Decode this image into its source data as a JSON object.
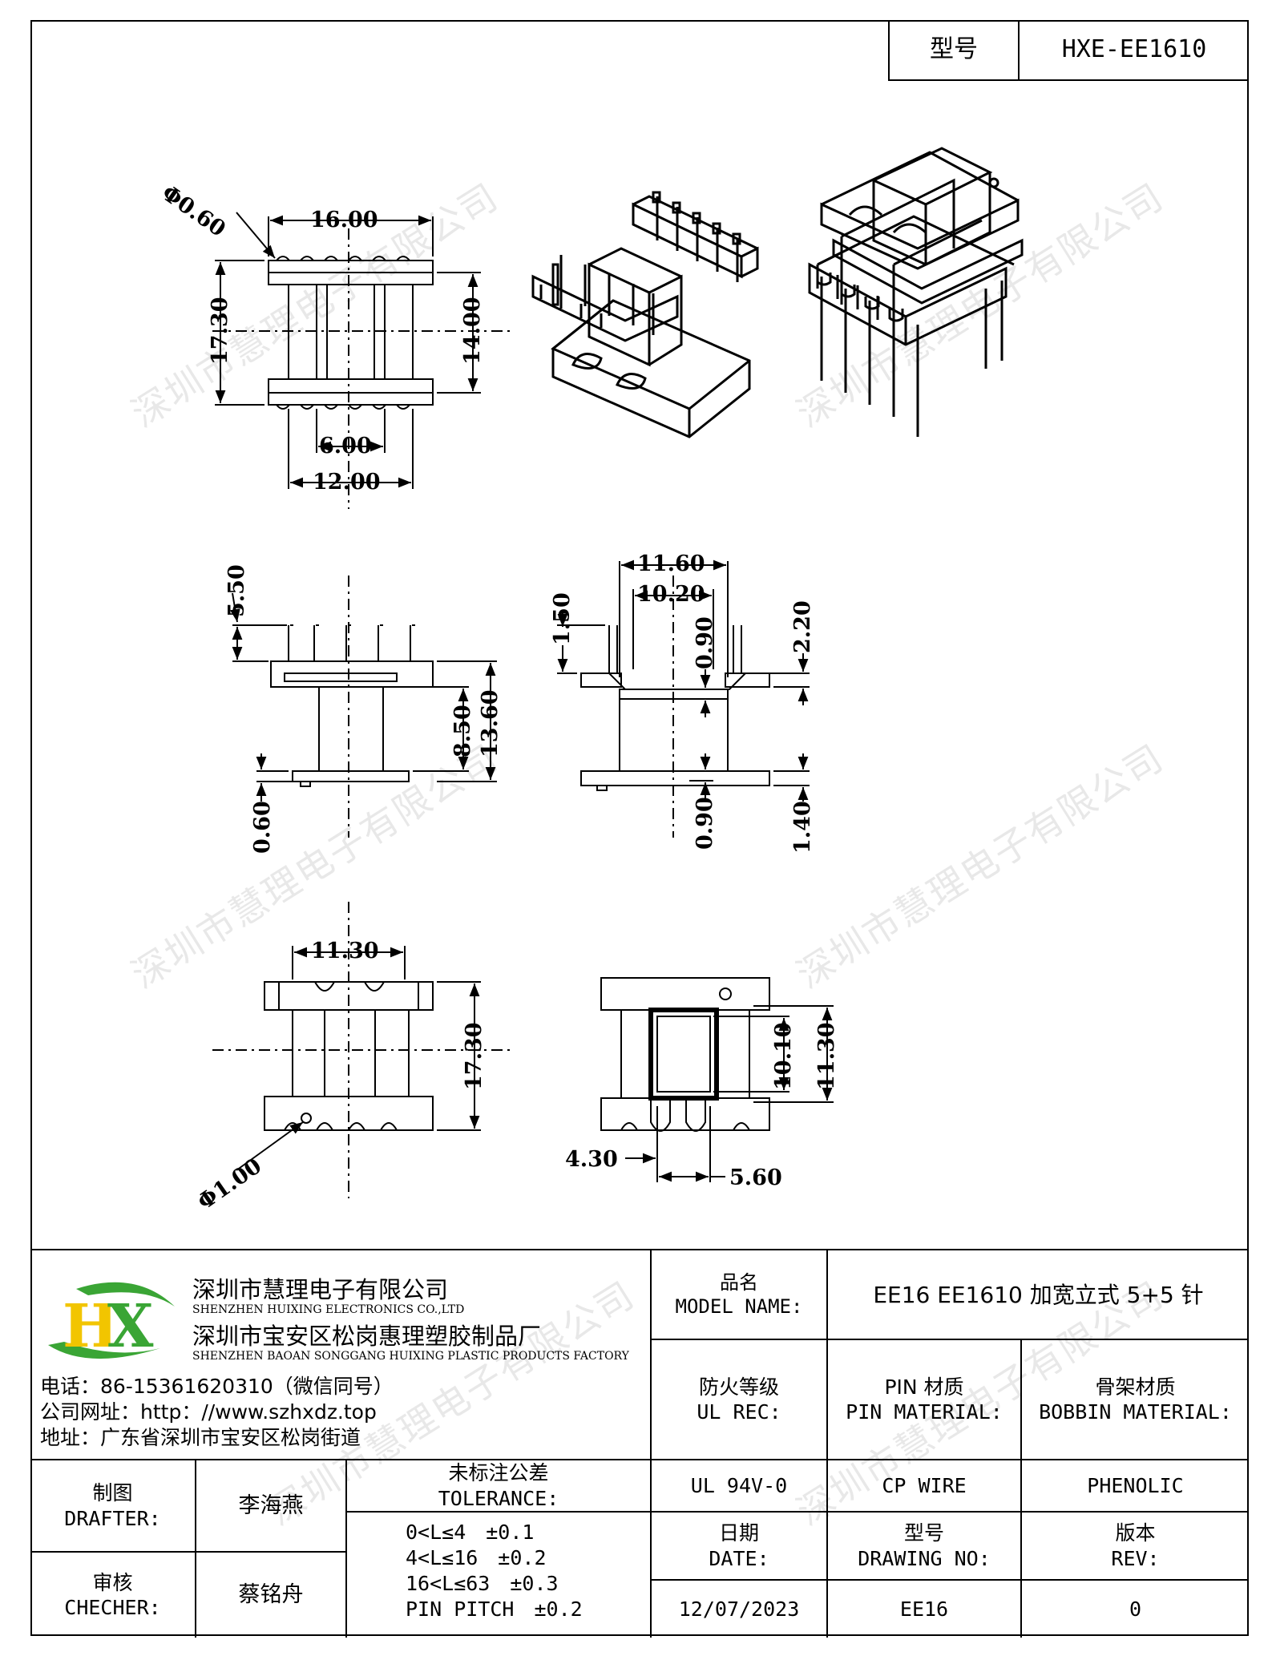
{
  "model_box": {
    "label": "型号",
    "value": "HXE-EE1610"
  },
  "watermark": "深圳市慧理电子有限公司",
  "dims": {
    "pin_dia": "Φ0.60",
    "w16": "16.00",
    "h17_30": "17.30",
    "h14": "14.00",
    "w6": "6.00",
    "w12": "12.00",
    "h5_50": "5.50",
    "h8_50": "8.50",
    "h13_60": "13.60",
    "h0_60": "0.60",
    "w11_60": "11.60",
    "w10_20": "10.20",
    "h1_50": "1.50",
    "h0_90a": "0.90",
    "h2_20": "2.20",
    "h0_90b": "0.90",
    "h1_40": "1.40",
    "w11_30": "11.30",
    "h17_30b": "17.30",
    "hole_dia": "Φ1.00",
    "h10_10": "10.10",
    "h11_30": "11.30",
    "w4_30": "4.30",
    "w5_60": "5.60"
  },
  "company": {
    "logo_letters": "HX",
    "name1_cn": "深圳市慧理电子有限公司",
    "name1_en": "SHENZHEN HUIXING ELECTRONICS CO.,LTD",
    "name2_cn": "深圳市宝安区松岗惠理塑胶制品厂",
    "name2_en": "SHENZHEN BAOAN SONGGANG HUIXING PLASTIC PRODUCTS FACTORY",
    "phone": "电话：86-15361620310（微信同号）",
    "website": "公司网址：http：//www.szhxdz.top",
    "address": "地址：广东省深圳市宝安区松岗街道"
  },
  "title_block": {
    "model_name_cn": "品名",
    "model_name_en": "MODEL NAME:",
    "model_name_value": "EE16 EE1610 加宽立式 5+5 针",
    "ul_cn": "防火等级",
    "ul_en": "UL REC:",
    "pin_cn": "PIN 材质",
    "pin_en": "PIN MATERIAL:",
    "bobbin_cn": "骨架材质",
    "bobbin_en": "BOBBIN MATERIAL:",
    "ul_value": "UL 94V-0",
    "pin_value": "CP WIRE",
    "bobbin_value": "PHENOLIC",
    "drafter_cn": "制图",
    "drafter_en": "DRAFTER:",
    "drafter_name": "李海燕",
    "checker_cn": "审核",
    "checker_en": "CHECHER:",
    "checker_name": "蔡铭舟",
    "tol_cn": "未标注公差",
    "tol_en": "TOLERANCE:",
    "tol_lines": [
      "0<L≤4　±0.1",
      "4<L≤16　±0.2",
      "16<L≤63　±0.3",
      "PIN PITCH　±0.2"
    ],
    "date_cn": "日期",
    "date_en": "DATE:",
    "drawno_cn": "型号",
    "drawno_en": "DRAWING NO:",
    "rev_cn": "版本",
    "rev_en": "REV:",
    "date_value": "12/07/2023",
    "drawno_value": "EE16",
    "rev_value": "0"
  },
  "colors": {
    "logo_green": "#3aa535",
    "logo_yellow": "#f2c500"
  }
}
